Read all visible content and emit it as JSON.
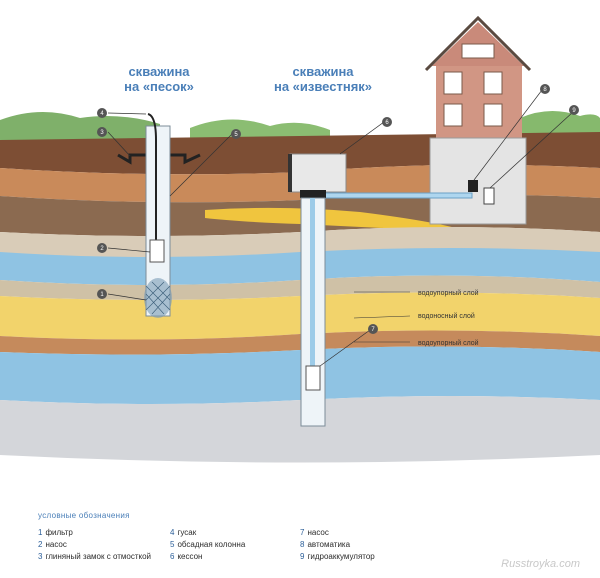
{
  "titles": {
    "sand_well_line1": "скважина",
    "sand_well_line2": "на «песок»",
    "limestone_well_line1": "скважина",
    "limestone_well_line2": "на «известняк»"
  },
  "layer_labels": {
    "aquitard_top": "водоупорный слой",
    "aquifer": "водоносный слой",
    "aquitard_bottom": "водоупорный слой"
  },
  "callout_numbers": {
    "sand_filter": "1",
    "sand_pump": "2",
    "sand_clay_seal": "3",
    "sand_gooseneck": "4",
    "sand_casing": "5",
    "caisson": "6",
    "deep_pump": "7",
    "automatics": "8",
    "accumulator": "9"
  },
  "legend": {
    "title": "условные обозначения",
    "items": [
      {
        "num": "1",
        "label": "фильтр"
      },
      {
        "num": "2",
        "label": "насос"
      },
      {
        "num": "3",
        "label": "глиняный замок с отмосткой"
      },
      {
        "num": "4",
        "label": "гусак"
      },
      {
        "num": "5",
        "label": "обсадная колонна"
      },
      {
        "num": "6",
        "label": "кессон"
      },
      {
        "num": "7",
        "label": "насос"
      },
      {
        "num": "8",
        "label": "автоматика"
      },
      {
        "num": "9",
        "label": "гидроаккумулятор"
      }
    ]
  },
  "watermark": "Russtroyka.com",
  "colors": {
    "title_blue": "#4a7fb8",
    "callout_fill": "#555555",
    "water_blue": "#8fc3e3",
    "sand_yellow": "#f2d36b",
    "topsoil_brown": "#8a5a3a",
    "house_brick": "#c98a7a"
  }
}
